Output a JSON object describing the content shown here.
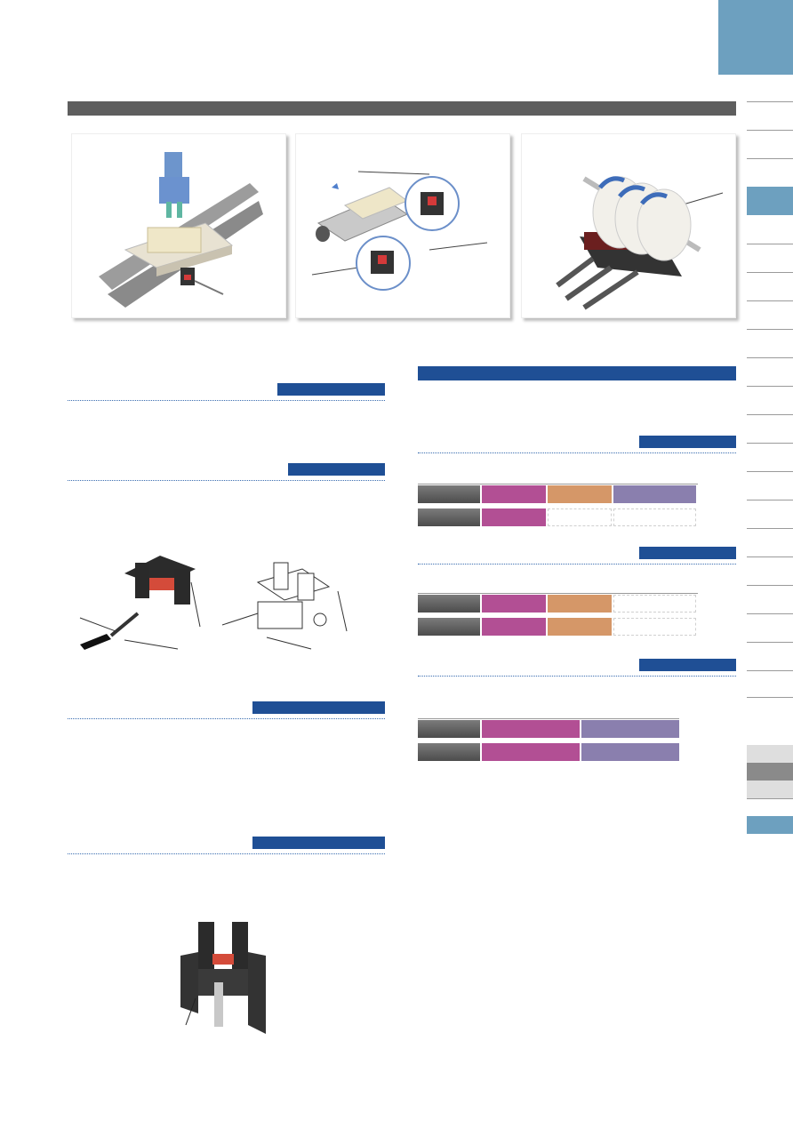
{
  "colors": {
    "corner_tab": "#6da0bf",
    "section_bar": "#5e5e5e",
    "heading_blue": "#1f4f95",
    "magenta": "#b24f94",
    "orange": "#d59768",
    "purple": "#8a7fae",
    "side_active": "#6da0bf"
  },
  "illustrations": [
    "pick-and-place-stage",
    "linear-actuator-with-sensors",
    "rotating-discs-with-sensors",
    "slot-sensor-with-cable",
    "slot-sensor-outline-drawing",
    "slot-sensor-with-shutter"
  ]
}
